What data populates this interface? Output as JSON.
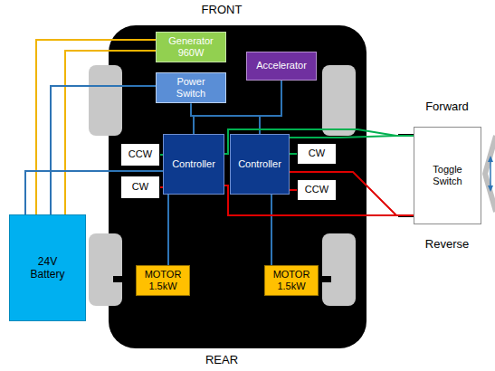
{
  "diagram": {
    "nodes": [
      {
        "text": [
          "Generator 960W"
        ]
      },
      {
        "text": [
          "Power Switch"
        ]
      },
      {
        "text": [
          "Accelerator"
        ]
      },
      {
        "text": [
          "CCW"
        ]
      },
      {
        "text": [
          "Controller"
        ]
      },
      {
        "text": [
          "Controller"
        ]
      },
      {
        "text": [
          "CW"
        ]
      },
      {
        "text": [
          "Toggle Switch"
        ]
      },
      {
        "text": [
          "CW"
        ]
      },
      {
        "text": [
          "CCW"
        ]
      },
      {
        "text": [
          "24V Battery"
        ]
      },
      {
        "text": [
          "MOTOR 1.5kW"
        ]
      },
      {
        "text": [
          "MOTOR 1.5kW"
        ]
      }
    ],
    "edges": [
      {
        "from": 0,
        "to": 10,
        "arrow": "none"
      },
      {
        "from": 0,
        "to": 10,
        "arrow": "none"
      },
      {
        "from": 1,
        "to": 10,
        "arrow": "none"
      },
      {
        "from": 10,
        "to": 4,
        "arrow": "none"
      },
      {
        "from": 1,
        "to": 4,
        "arrow": "none"
      },
      {
        "from": 1,
        "to": 5,
        "arrow": "none"
      },
      {
        "from": 2,
        "to": 4,
        "arrow": "none"
      },
      {
        "from": 2,
        "to": 5,
        "arrow": "none"
      },
      {
        "from": 4,
        "to": 11,
        "arrow": "none"
      },
      {
        "from": 5,
        "to": 12,
        "arrow": "none"
      },
      {
        "from": 7,
        "to": 5,
        "arrow": "none"
      },
      {
        "from": 7,
        "to": 4,
        "arrow": "none"
      },
      {
        "from": 7,
        "to": 5,
        "arrow": "none"
      },
      {
        "from": 7,
        "to": 4,
        "arrow": "none"
      },
      {
        "from": 3,
        "to": 4,
        "arrow": "none"
      },
      {
        "from": 8,
        "to": 4,
        "arrow": "none"
      },
      {
        "from": 6,
        "to": 5,
        "arrow": "none"
      },
      {
        "from": 9,
        "to": 5,
        "arrow": "none"
      }
    ],
    "labels": [
      "FRONT",
      "REAR",
      "Forward",
      "Reverse"
    ]
  }
}
